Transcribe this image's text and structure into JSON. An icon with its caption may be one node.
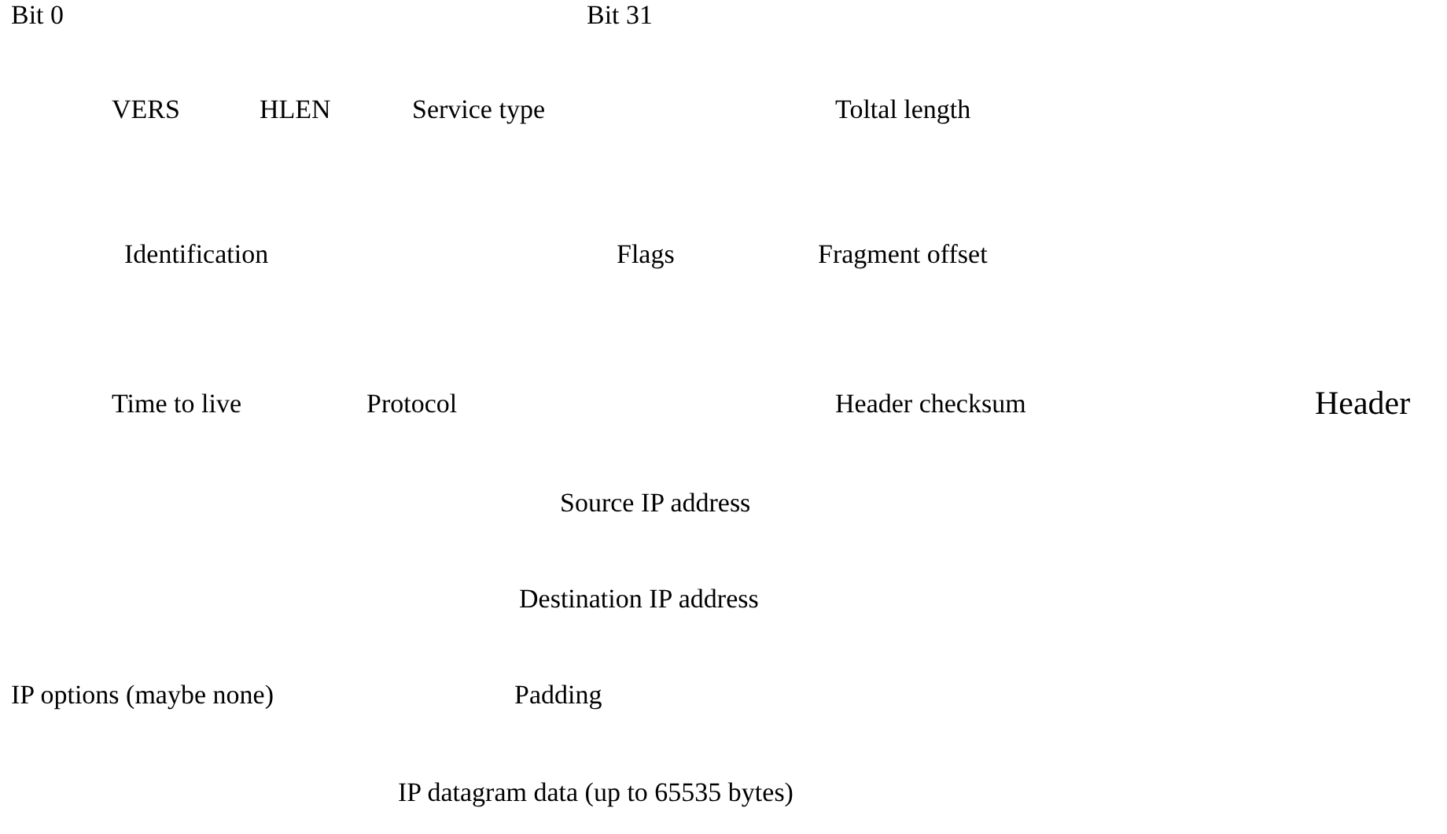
{
  "diagram": {
    "labels": [
      "Bit 0",
      "Bit 31",
      "VERS",
      "HLEN",
      "Service type",
      "Toltal length",
      "Identification",
      "Flags",
      "Fragment offset",
      "Time to live",
      "Protocol",
      "Header checksum",
      "Header",
      "Source IP address",
      "Destination IP address",
      "IP options (maybe none)",
      "Padding",
      "IP datagram data (up to 65535 bytes)"
    ]
  }
}
